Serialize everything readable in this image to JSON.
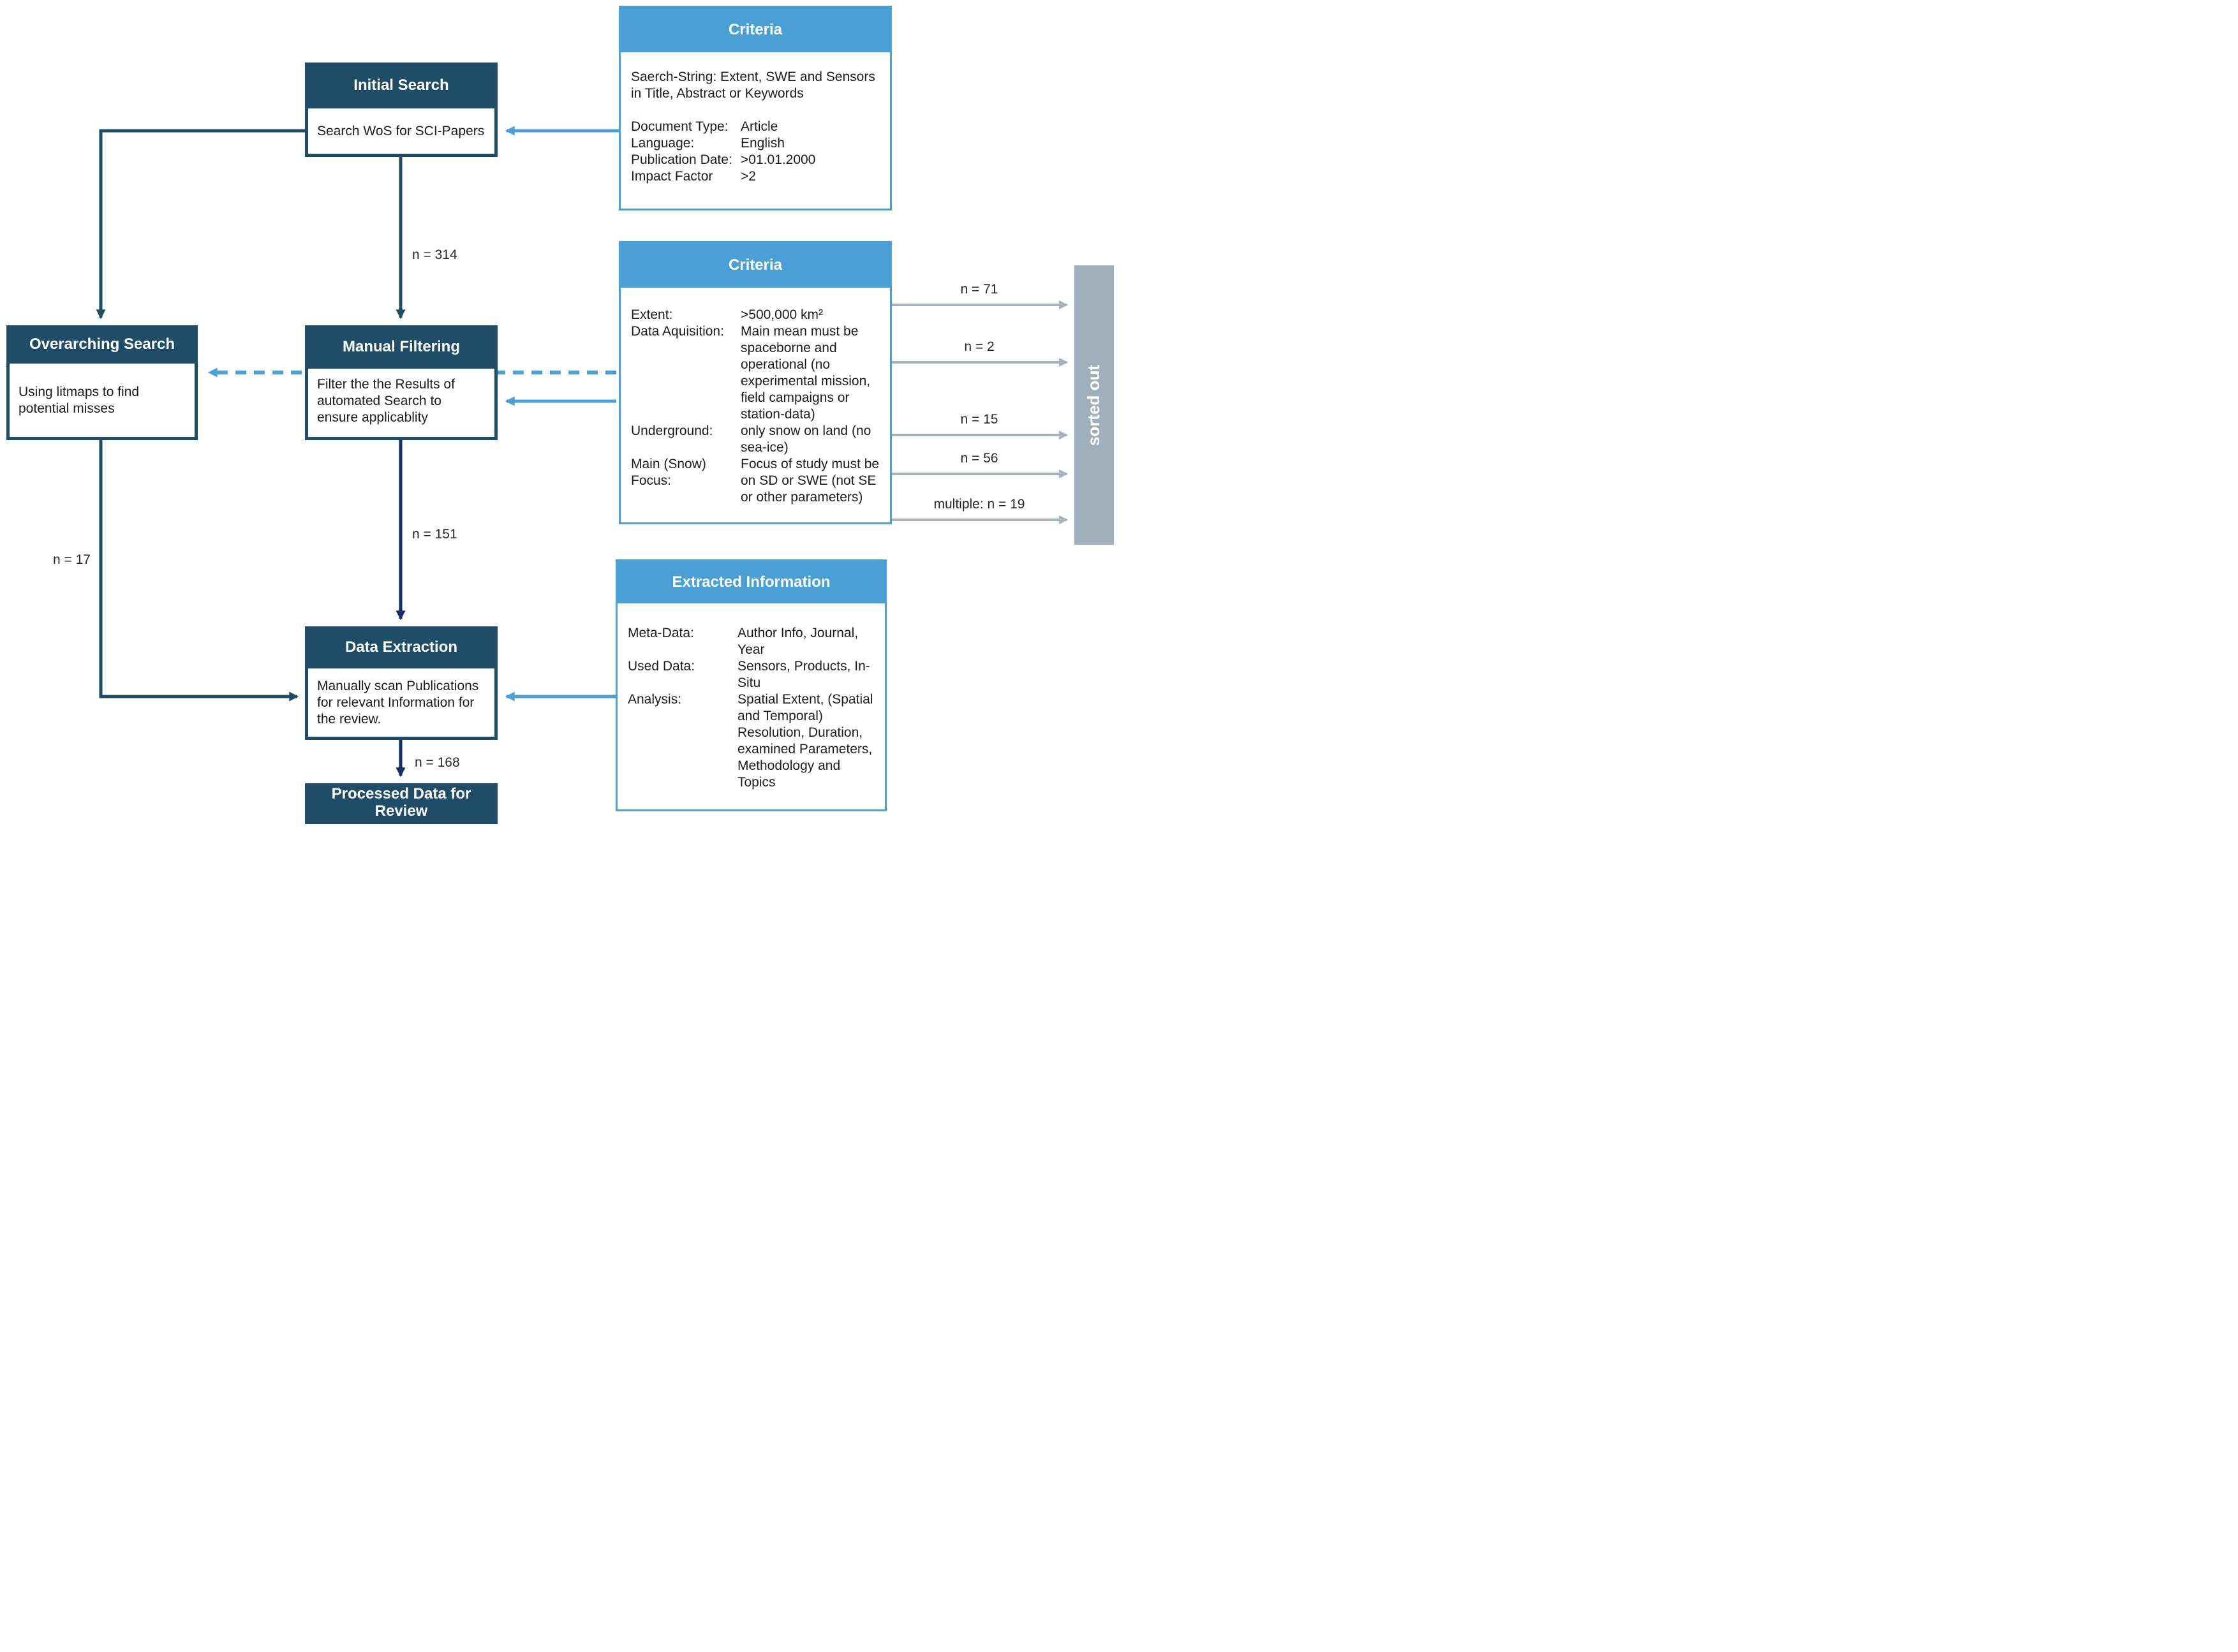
{
  "colors": {
    "dark_teal": "#1f4c66",
    "light_blue": "#4aa0d5",
    "navy": "#10306a",
    "gray_bar": "#9fafbc",
    "gray_arrow": "#a4b2be",
    "body_text": "#1c1c1c"
  },
  "nodes": {
    "initial_search": {
      "title": "Initial Search",
      "body": "Search WoS for SCI-Papers"
    },
    "overarching_search": {
      "title": "Overarching Search",
      "body": "Using litmaps to find potential misses"
    },
    "manual_filtering": {
      "title": "Manual Filtering",
      "body": "Filter the the Results of automated Search to ensure applicablity"
    },
    "data_extraction": {
      "title": "Data Extraction",
      "body": "Manually scan Publications for relevant Information for the review."
    },
    "processed_data": {
      "title": "Processed Data for Review"
    },
    "sorted_out": {
      "label": "sorted out"
    }
  },
  "criteria_initial": {
    "title": "Criteria",
    "intro": "Saerch-String: Extent, SWE and Sensors in Title, Abstract or Keywords",
    "rows": [
      {
        "label": "Document Type:",
        "value": "Article"
      },
      {
        "label": "Language:",
        "value": "English"
      },
      {
        "label": "Publication Date:",
        "value": ">01.01.2000"
      },
      {
        "label": "Impact Factor",
        "value": ">2"
      }
    ]
  },
  "criteria_filtering": {
    "title": "Criteria",
    "rows": [
      {
        "label": "Extent:",
        "value": ">500,000 km²"
      },
      {
        "label": "Data Aquisition:",
        "value": "Main mean must be spaceborne and operational (no experimental mission, field campaigns or station-data)"
      },
      {
        "label": "Underground:",
        "value": "only snow on land (no sea-ice)"
      },
      {
        "label": "Main (Snow) Focus:",
        "value": "Focus of study must be on SD or SWE (not SE or other parameters)"
      }
    ]
  },
  "extracted_information": {
    "title": "Extracted Information",
    "rows": [
      {
        "label": "Meta-Data:",
        "value": "Author Info, Journal, Year"
      },
      {
        "label": "Used Data:",
        "value": "Sensors, Products, In-Situ"
      },
      {
        "label": "Analysis:",
        "value": "Spatial Extent, (Spatial and Temporal) Resolution, Duration, examined Parameters, Methodology and Topics"
      }
    ]
  },
  "edge_labels": {
    "n314": "n = 314",
    "n151": "n = 151",
    "n168": "n = 168",
    "n17": "n = 17",
    "n71": "n = 71",
    "n2": "n = 2",
    "n15": "n = 15",
    "n56": "n = 56",
    "multiple19": "multiple: n = 19"
  }
}
